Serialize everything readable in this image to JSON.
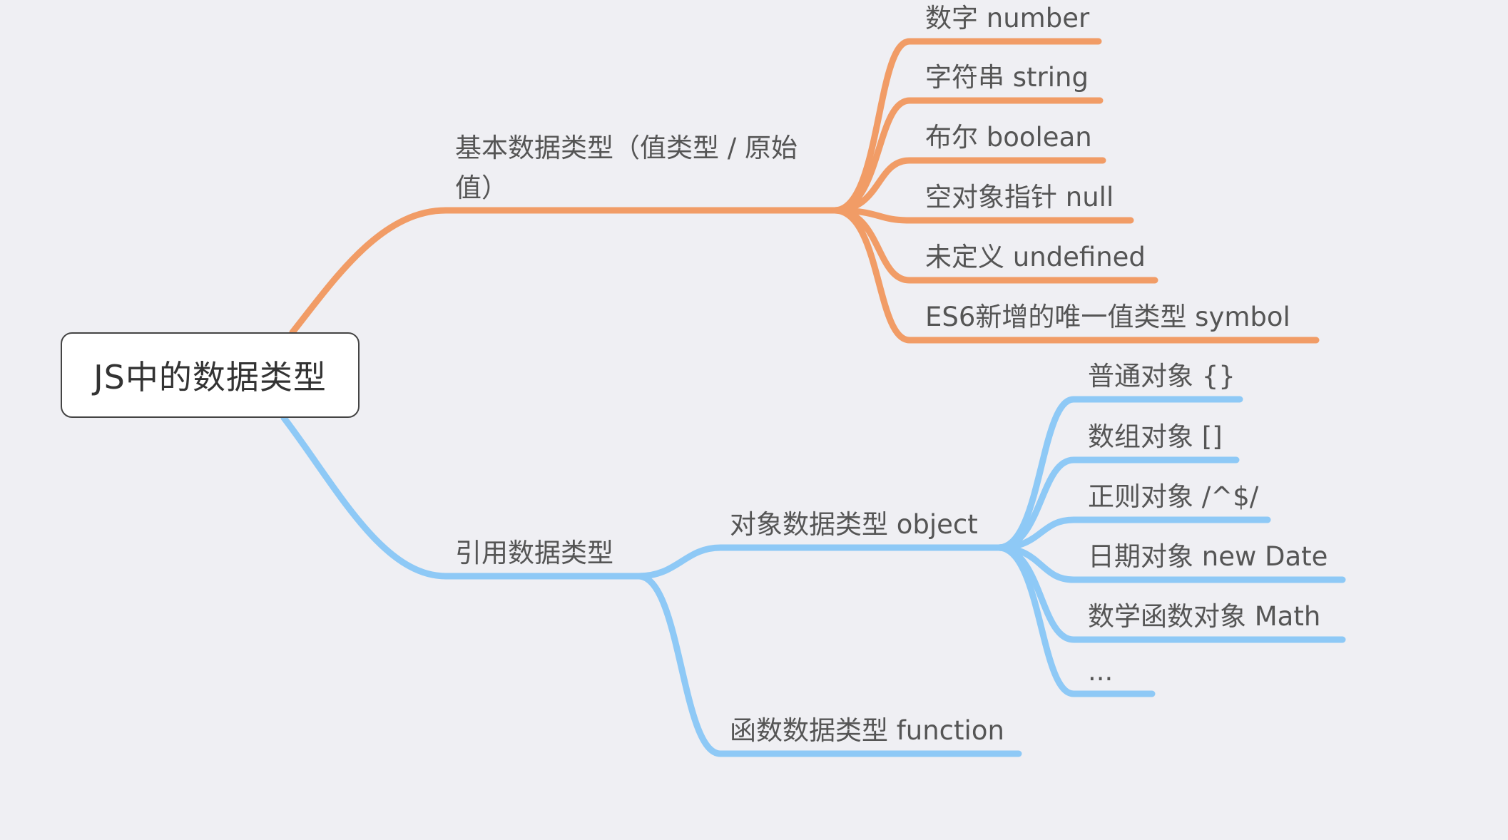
{
  "colors": {
    "basic_branch": "#f19c66",
    "reference_branch": "#8ec9f6",
    "background": "#efeff3"
  },
  "root": {
    "label": "JS中的数据类型"
  },
  "basic": {
    "label": "基本数据类型（值类型 / 原始值）",
    "children": [
      "数字 number",
      "字符串 string",
      "布尔 boolean",
      "空对象指针 null",
      "未定义 undefined",
      "ES6新增的唯一值类型 symbol"
    ]
  },
  "reference": {
    "label": "引用数据类型",
    "object": {
      "label": "对象数据类型 object",
      "children": [
        "普通对象 {}",
        "数组对象 []",
        "正则对象 /^$/",
        "日期对象 new Date",
        "数学函数对象 Math",
        "..."
      ]
    },
    "function": {
      "label": "函数数据类型 function"
    }
  }
}
